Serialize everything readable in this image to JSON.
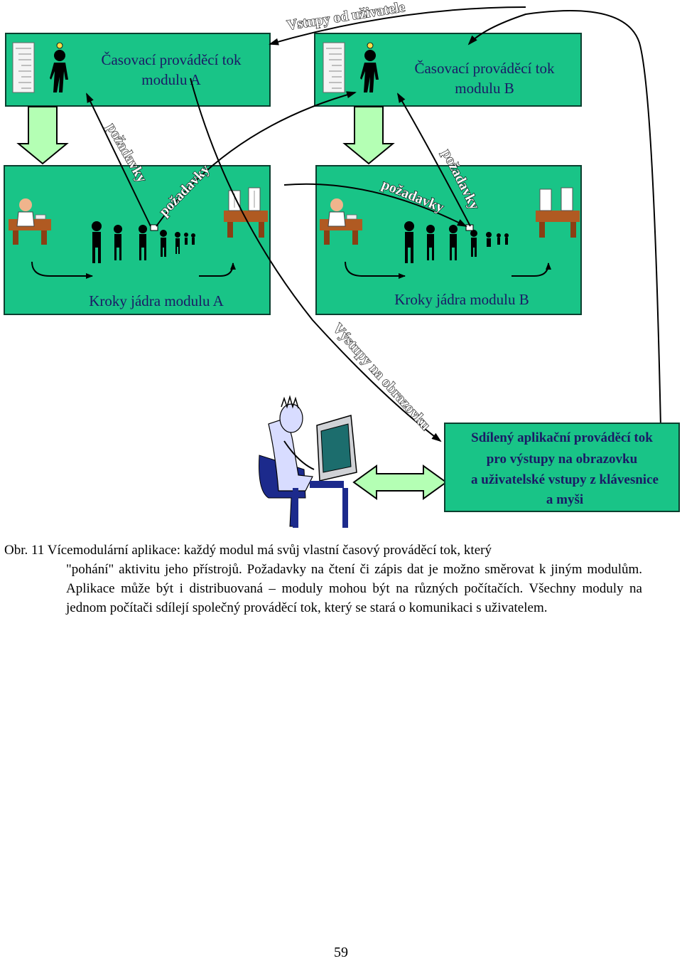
{
  "diagram": {
    "top_label": "Vstupy od uživatele",
    "module_a_thread": [
      "Časovací prováděcí tok",
      "modulu A"
    ],
    "module_b_thread": [
      "Časovací prováděcí tok",
      "modulu B"
    ],
    "module_a_core": "Kroky jádra modulu A",
    "module_b_core": "Kroky jádra modulu B",
    "requests_label": "požadavky",
    "screen_output_label": "Výstupy na obrazovku",
    "shared_thread": [
      "Sdílený aplikační prováděcí tok",
      "pro výstupy na obrazovku",
      "a uživatelské vstupy z klávesnice",
      "a myši"
    ],
    "colors": {
      "box_fill": "#19c487",
      "box_border": "#0b3f2f",
      "arrow_fill": "#b4ffb4",
      "text_dark": "#1a1a66"
    }
  },
  "caption": {
    "label": "Obr. 11",
    "text_line1": "Vícemodulární aplikace: každý modul má svůj vlastní časový prováděcí tok, který",
    "text_rest": "\"pohání\" aktivitu jeho přístrojů. Požadavky na čtení či zápis dat je možno směrovat k jiným modulům. Aplikace může být i distribuovaná – moduly mohou být na různých počítačích. Všechny moduly na jednom počítači sdílejí společný prováděcí tok, který se stará o komunikaci s uživatelem."
  },
  "page_number": "59"
}
